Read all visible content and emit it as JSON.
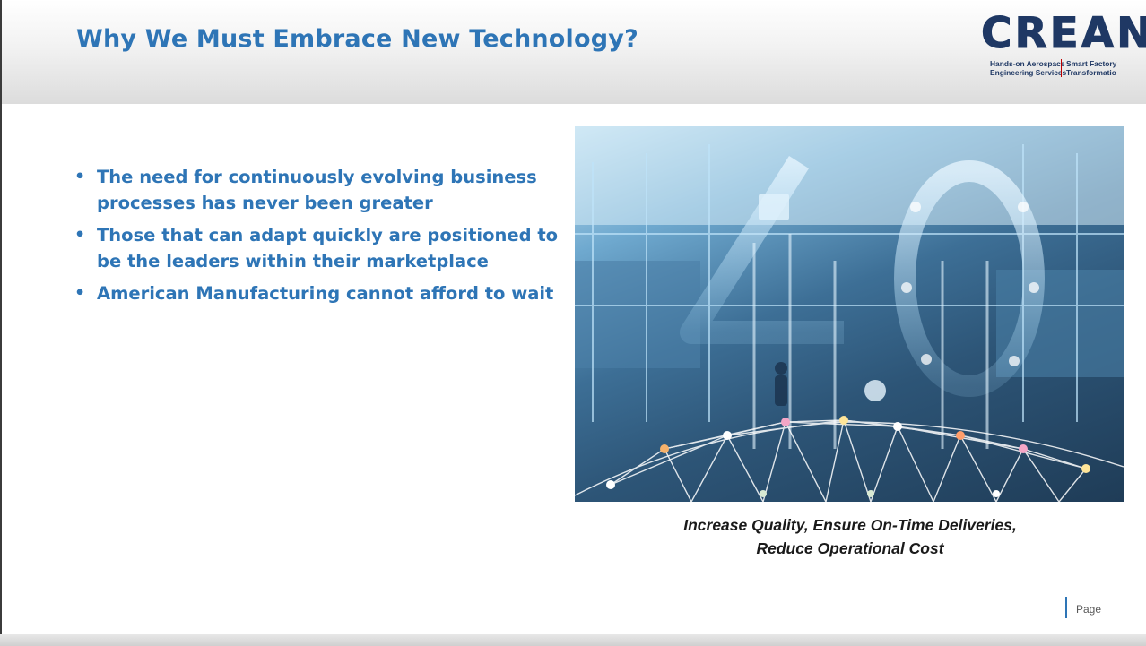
{
  "slide": {
    "title": "Why We Must Embrace New Technology?",
    "logo": {
      "wordmark": "CREAN",
      "tagline_1_line_1": "Hands-on Aerospace",
      "tagline_1_line_2": "Engineering Services",
      "tagline_2_line_1": "Smart Factory",
      "tagline_2_line_2": "Transformatio"
    },
    "bullets": [
      "The need for continuously evolving business processes has never been greater",
      "Those that can adapt quickly are positioned to be the leaders within their marketplace",
      "American Manufacturing cannot afford to wait"
    ],
    "caption_line_1": "Increase Quality, Ensure On-Time Deliveries,",
    "caption_line_2": "Reduce Operational Cost",
    "page_label": "Page"
  },
  "colors": {
    "title_blue": "#2e75b6",
    "logo_navy": "#1f3864",
    "accent_red": "#c00000"
  },
  "icons": {
    "bullet": "bullet-dot-icon",
    "photo": "smart-factory-4-0-image"
  }
}
